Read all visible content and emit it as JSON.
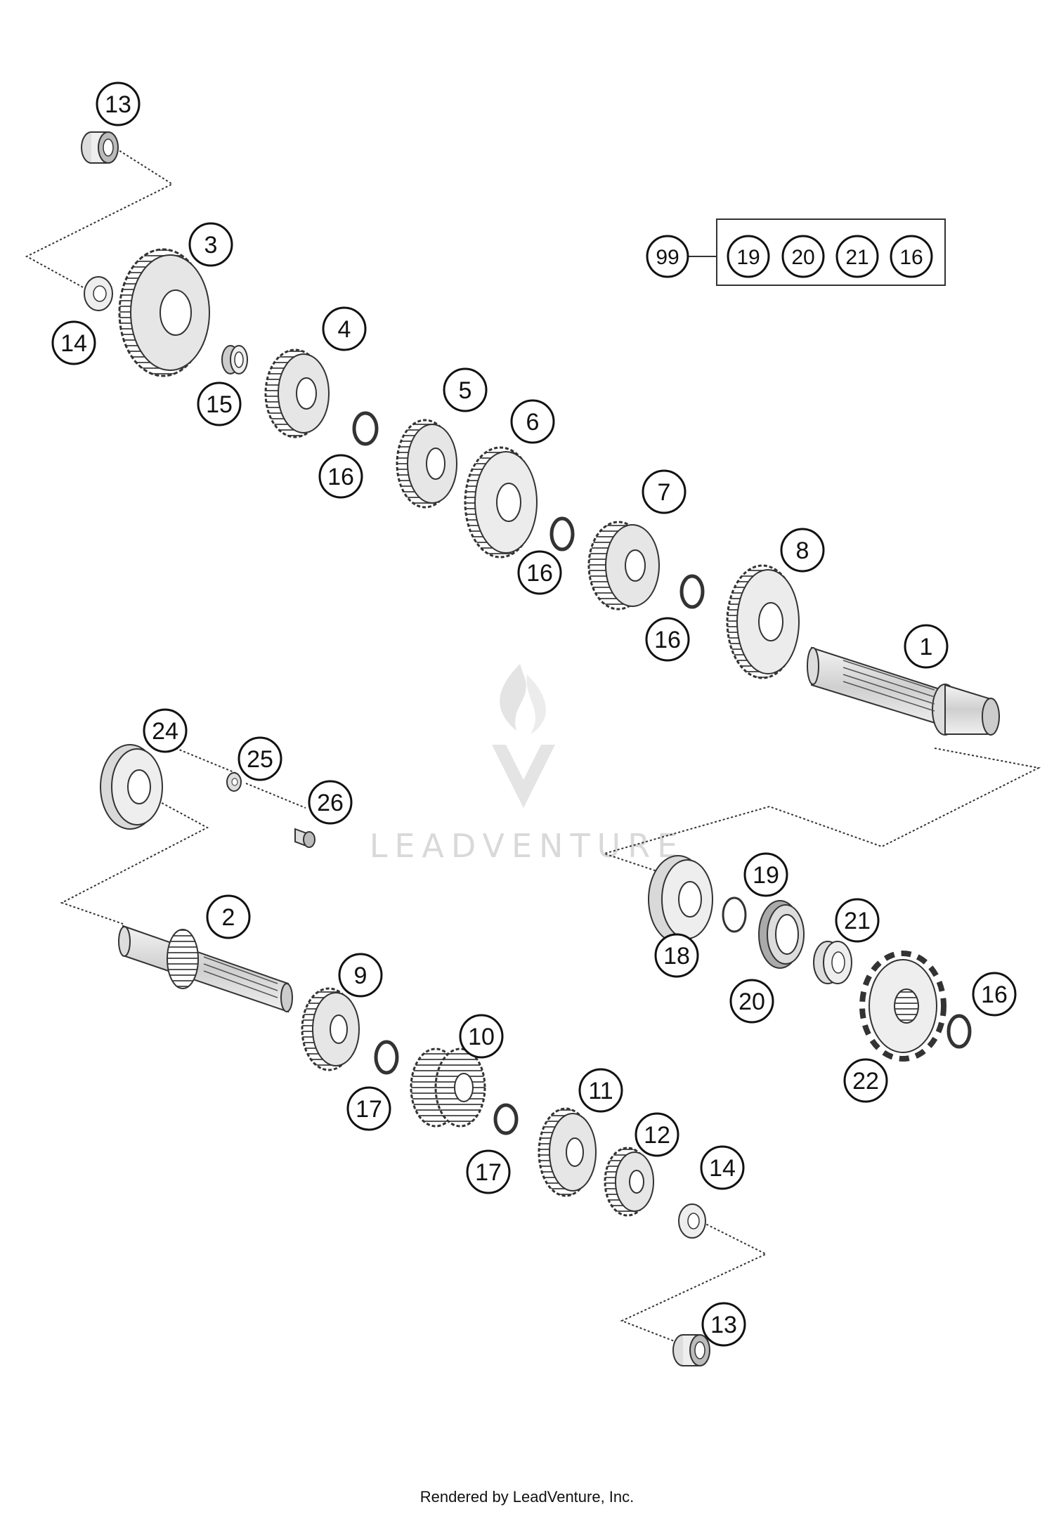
{
  "watermark": {
    "text": "LEADVENTURE"
  },
  "footer": {
    "text": "Rendered by LeadVenture, Inc."
  },
  "kit": {
    "label": "99",
    "contents": [
      "19",
      "20",
      "21",
      "16"
    ]
  },
  "callouts": [
    {
      "id": "13a",
      "label": "13"
    },
    {
      "id": "3",
      "label": "3"
    },
    {
      "id": "14a",
      "label": "14"
    },
    {
      "id": "15",
      "label": "15"
    },
    {
      "id": "4",
      "label": "4"
    },
    {
      "id": "16a",
      "label": "16"
    },
    {
      "id": "5",
      "label": "5"
    },
    {
      "id": "6",
      "label": "6"
    },
    {
      "id": "16b",
      "label": "16"
    },
    {
      "id": "7",
      "label": "7"
    },
    {
      "id": "8",
      "label": "8"
    },
    {
      "id": "16c",
      "label": "16"
    },
    {
      "id": "1",
      "label": "1"
    },
    {
      "id": "24",
      "label": "24"
    },
    {
      "id": "25",
      "label": "25"
    },
    {
      "id": "26",
      "label": "26"
    },
    {
      "id": "2",
      "label": "2"
    },
    {
      "id": "9",
      "label": "9"
    },
    {
      "id": "10",
      "label": "10"
    },
    {
      "id": "17a",
      "label": "17"
    },
    {
      "id": "17b",
      "label": "17"
    },
    {
      "id": "11",
      "label": "11"
    },
    {
      "id": "12",
      "label": "12"
    },
    {
      "id": "14b",
      "label": "14"
    },
    {
      "id": "13b",
      "label": "13"
    },
    {
      "id": "19",
      "label": "19"
    },
    {
      "id": "18",
      "label": "18"
    },
    {
      "id": "20",
      "label": "20"
    },
    {
      "id": "21",
      "label": "21"
    },
    {
      "id": "16d",
      "label": "16"
    },
    {
      "id": "22",
      "label": "22"
    }
  ]
}
